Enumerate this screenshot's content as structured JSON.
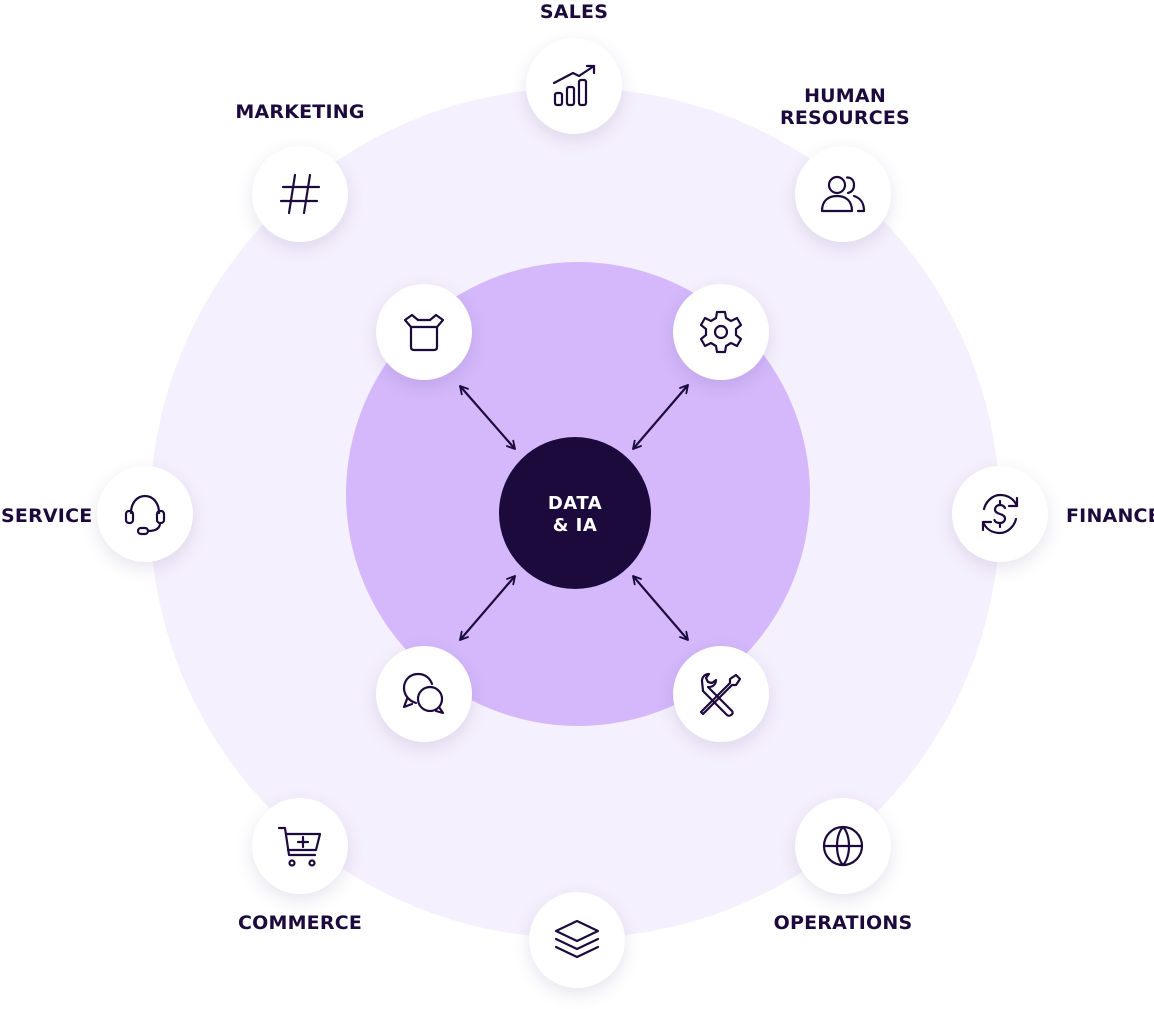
{
  "hub": {
    "line1": "DATA",
    "line2": "& IA"
  },
  "outer_nodes": {
    "sales": "SALES",
    "marketing": "MARKETING",
    "human_resources_line1": "HUMAN",
    "human_resources_line2": "RESOURCES",
    "service": "SERVICE",
    "finance": "FINANCE",
    "commerce": "COMMERCE",
    "operations": "OPERATIONS"
  },
  "icons": {
    "sales": "bar-chart-trend-icon",
    "marketing": "hashtag-icon",
    "human_resources": "users-icon",
    "service": "headset-icon",
    "finance": "dollar-refresh-icon",
    "commerce": "cart-add-icon",
    "operations": "globe-icon",
    "bottom": "layers-icon",
    "inner_top_left": "open-box-icon",
    "inner_top_right": "gear-icon",
    "inner_bottom_left": "chat-bubbles-icon",
    "inner_bottom_right": "tools-icon"
  },
  "colors": {
    "outer_ring": "#f5f0fd",
    "inner_circle": "#d4b8fb",
    "hub": "#1d0a3d",
    "text": "#1d0a3d",
    "node_bg": "#ffffff"
  }
}
